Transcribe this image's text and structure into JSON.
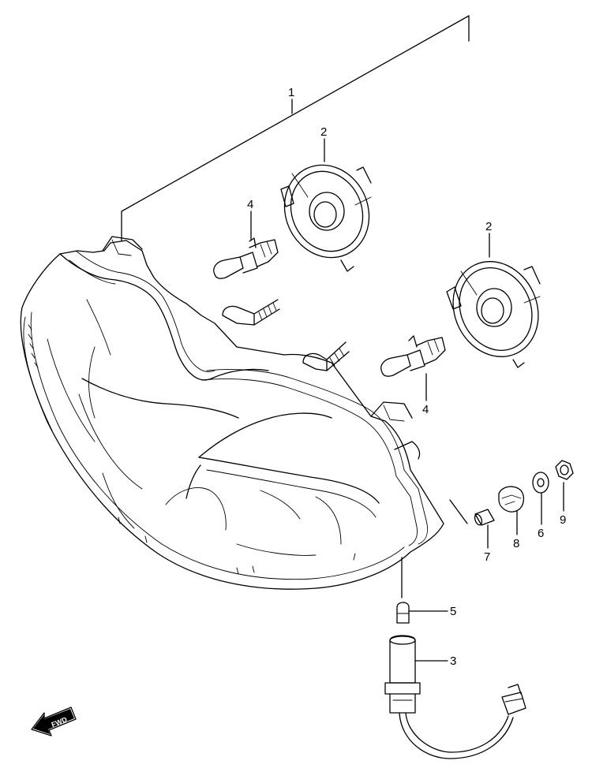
{
  "diagram": {
    "callouts": [
      {
        "id": "c1",
        "label": "1"
      },
      {
        "id": "c2a",
        "label": "2"
      },
      {
        "id": "c2b",
        "label": "2"
      },
      {
        "id": "c3",
        "label": "3"
      },
      {
        "id": "c4a",
        "label": "4"
      },
      {
        "id": "c4b",
        "label": "4"
      },
      {
        "id": "c5",
        "label": "5"
      },
      {
        "id": "c6",
        "label": "6"
      },
      {
        "id": "c7",
        "label": "7"
      },
      {
        "id": "c8",
        "label": "8"
      },
      {
        "id": "c9",
        "label": "9"
      }
    ],
    "direction_badge": {
      "label": "FWD",
      "icon": "forward-arrow-icon"
    }
  }
}
